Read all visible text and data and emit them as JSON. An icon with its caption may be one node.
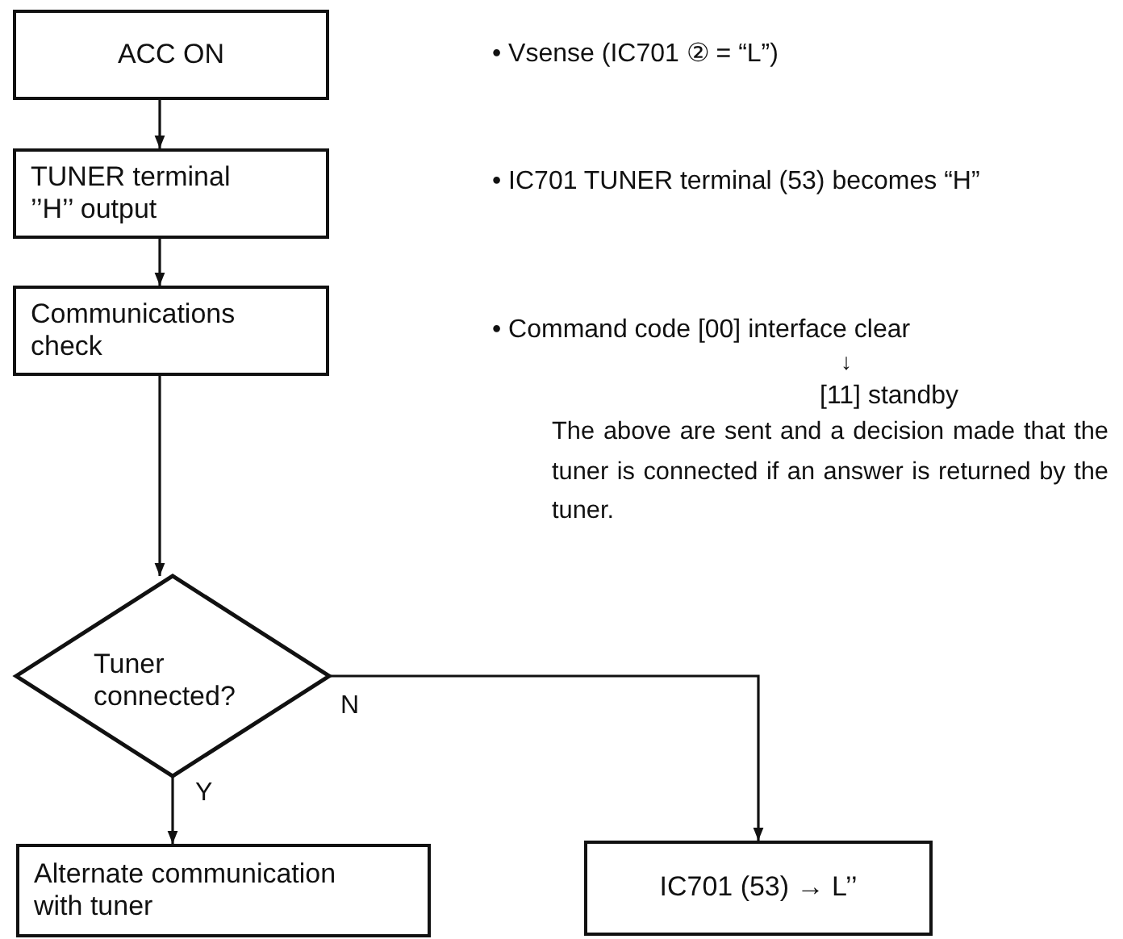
{
  "diagram": {
    "nodes": [
      {
        "text": [
          "ACC ON"
        ]
      },
      {
        "text": [
          "TUNER terminal ’’H’’ output"
        ]
      },
      {
        "text": [
          "Communications check"
        ]
      },
      {
        "text": [
          "Tuner connected?"
        ]
      },
      {
        "text": [
          "Alternate communication with tuner"
        ]
      },
      {
        "text": [
          "IC701 (53) → L’’"
        ]
      }
    ],
    "edges": [
      {
        "from": 0,
        "to": 1,
        "arrow": "to"
      },
      {
        "from": 1,
        "to": 2,
        "arrow": "to"
      },
      {
        "from": 2,
        "to": 3,
        "arrow": "to"
      },
      {
        "from": 3,
        "to": 4,
        "arrow": "to",
        "label": "Y"
      },
      {
        "from": 3,
        "to": 5,
        "arrow": "to",
        "label": "N"
      }
    ],
    "labels": [
      "• Vsense (IC701 ② = “L”)",
      "• IC701 TUNER terminal (53) becomes “H”",
      "• Command code [00] interface clear",
      "↓",
      "[11] standby",
      "The above are sent and a decision made that the tuner is connected if an answer is returned by the tuner."
    ]
  }
}
